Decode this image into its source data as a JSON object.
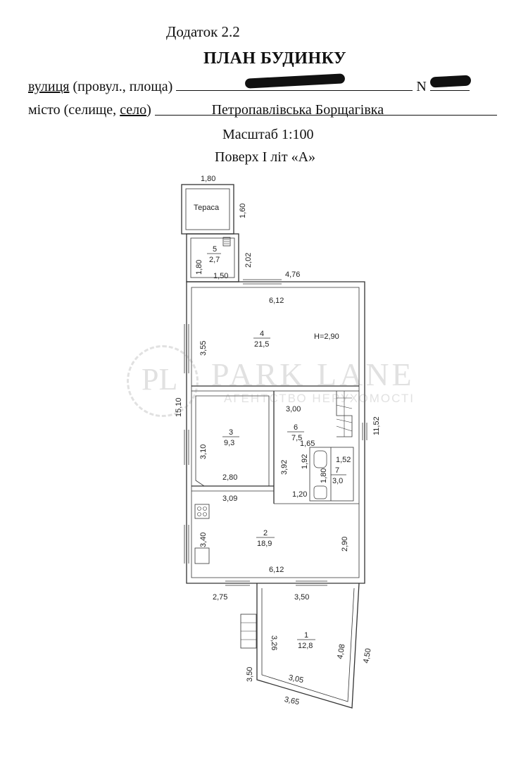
{
  "header": {
    "appendix": "Додаток 2.2",
    "title": "ПЛАН БУДИНКУ",
    "street_label": "вулиця",
    "street_label_rest": " (провул., площа)",
    "number_label": "N",
    "city_label": "місто (селище, ",
    "city_label_selo": "село",
    "city_label_end": ")",
    "city_value": "Петропавлівська Борщагівка",
    "scale": "Масштаб 1:100",
    "floor": "Поверх I літ «А»"
  },
  "watermark": {
    "name": "PARK LANE",
    "sub": "АГЕНТСТВО НЕРУХОМОСТІ",
    "logo": "PL"
  },
  "plan": {
    "rooms": [
      {
        "id": "terrace",
        "label": "Тераса"
      },
      {
        "id": "5",
        "number": "5",
        "area": "2,7"
      },
      {
        "id": "4",
        "number": "4",
        "area": "21,5",
        "height": "H=2,90"
      },
      {
        "id": "3",
        "number": "3",
        "area": "9,3"
      },
      {
        "id": "6",
        "number": "6",
        "area": "7,5"
      },
      {
        "id": "7",
        "number": "7",
        "area": "3,0"
      },
      {
        "id": "2",
        "number": "2",
        "area": "18,9"
      },
      {
        "id": "1",
        "number": "1",
        "area": "12,8"
      }
    ],
    "dimensions": {
      "terrace_width": "1,80",
      "terrace_depth": "1,60",
      "r5_height": "1,80",
      "r5_width": "1,50",
      "r5_side": "2,02",
      "top_right": "4,76",
      "r4_width": "6,12",
      "r4_height": "3,55",
      "total_length": "15,10",
      "right_length": "11,52",
      "r6_width": "3,00",
      "r6_height": "3,92",
      "r6_small": "1,65",
      "r3_height": "3,10",
      "r3_width": "2,80",
      "r7_width": "1,52",
      "r7_h1": "1,92",
      "r7_h2": "1,80",
      "r7_bottom": "1,20",
      "r2_top": "3,09",
      "r2_left": "3,40",
      "r2_right": "2,90",
      "r2_width": "6,12",
      "r1_top_left": "2,75",
      "r1_top": "3,50",
      "r1_left": "3,26",
      "r1_right_inner": "4,08",
      "r1_right_outer": "4,50",
      "r1_bottom_inner": "3,05",
      "r1_bottom_outer": "3,65",
      "r1_left_low": "3,50"
    }
  }
}
